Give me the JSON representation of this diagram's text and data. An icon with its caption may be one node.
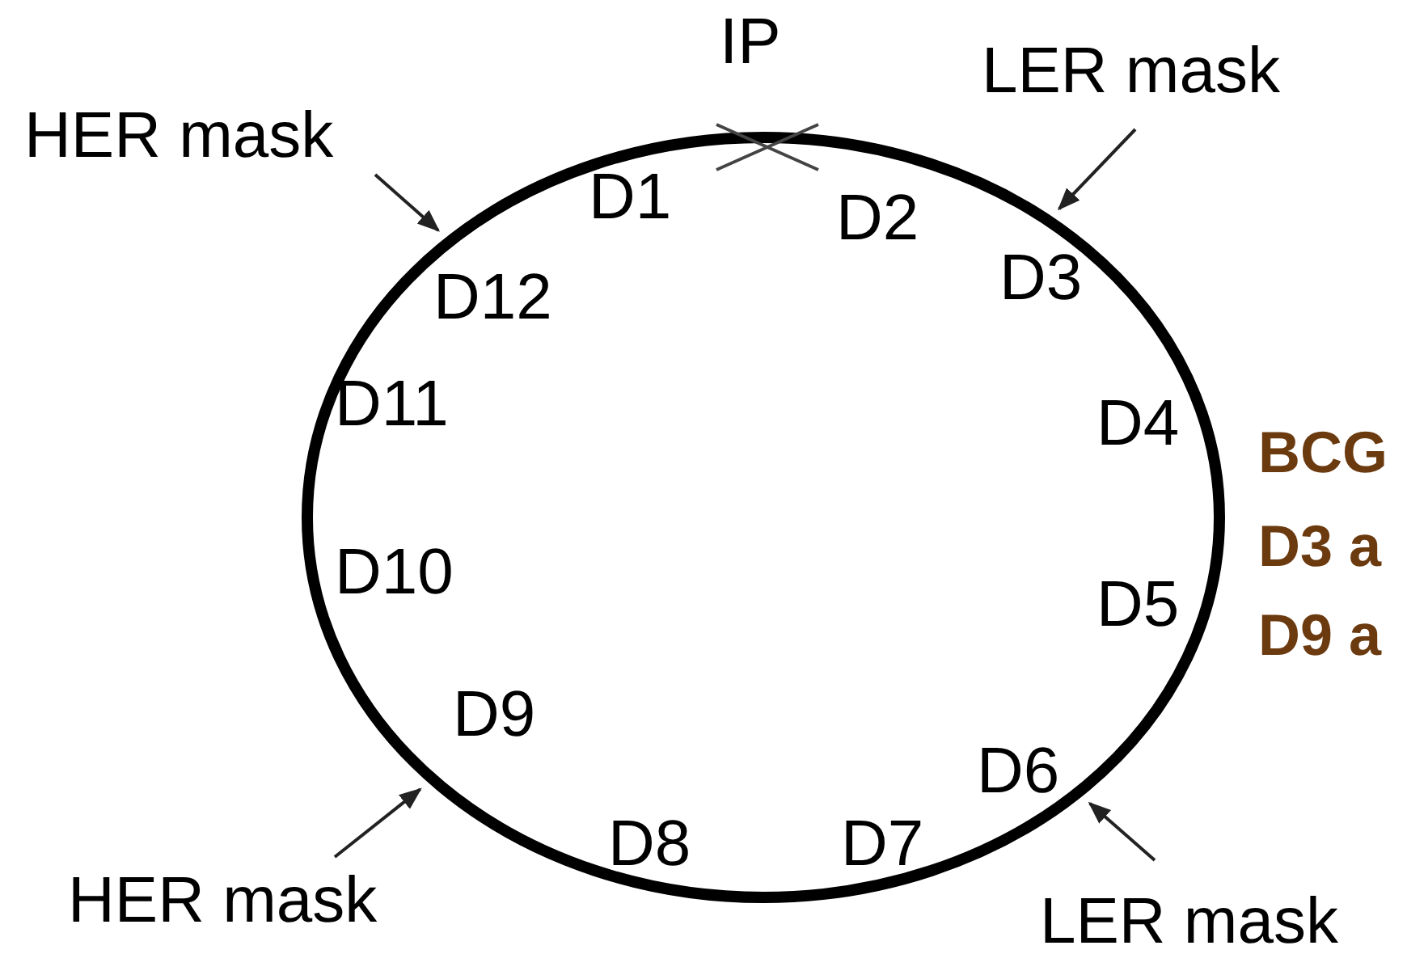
{
  "diagram": {
    "nodes": [
      {
        "text": [],
        "shape": "circle"
      },
      {
        "text": [
          "HER mask"
        ]
      },
      {
        "text": [
          "LER mask"
        ]
      },
      {
        "text": [
          "HER mask"
        ]
      },
      {
        "text": [
          "LER mask"
        ]
      }
    ],
    "edges": [
      {
        "from": 1,
        "to": 0,
        "arrow": "to"
      },
      {
        "from": 2,
        "to": 0,
        "arrow": "to"
      },
      {
        "from": 3,
        "to": 0,
        "arrow": "to"
      },
      {
        "from": 4,
        "to": 0,
        "arrow": "to"
      }
    ],
    "labels": [
      "IP",
      "D1",
      "D2",
      "D12",
      "D3",
      "D11",
      "D4",
      "BCG",
      "D3 a",
      "D10",
      "D5",
      "D9 a",
      "D9",
      "D6",
      "D8",
      "D7"
    ]
  }
}
